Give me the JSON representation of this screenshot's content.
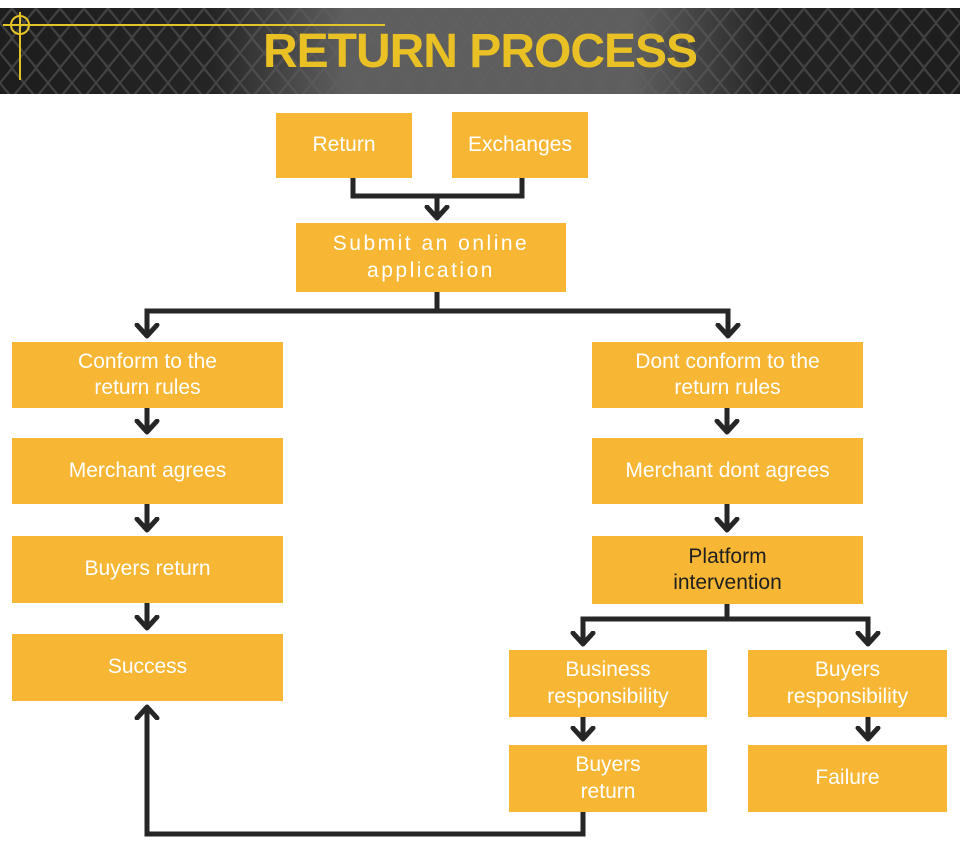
{
  "header": {
    "title": "RETURN PROCESS",
    "title_color": "#E9C125",
    "band_color": "#242424",
    "mesh_color": "#5d5d5d",
    "ornament_color": "#E5C427"
  },
  "flow": {
    "box_color": "#F7B633",
    "box_text_color": "#FFFFFF",
    "platform_text_color": "#1F1F1F",
    "connector_color": "#262626",
    "nodes": {
      "return": {
        "label": "Return"
      },
      "exchanges": {
        "label": "Exchanges"
      },
      "submit": {
        "label": "Submit an online\napplication"
      },
      "conform": {
        "label": "Conform to the\nreturn rules"
      },
      "merchant_agrees": {
        "label": "Merchant agrees"
      },
      "buyers_return_left": {
        "label": "Buyers return"
      },
      "success": {
        "label": "Success"
      },
      "dont_conform": {
        "label": "Dont conform to the\nreturn rules"
      },
      "merchant_dont": {
        "label": "Merchant dont agrees"
      },
      "platform": {
        "label": "Platform\nintervention"
      },
      "business_resp": {
        "label": "Business\nresponsibility"
      },
      "buyers_resp": {
        "label": "Buyers\nresponsibility"
      },
      "buyers_return_right": {
        "label": "Buyers\nreturn"
      },
      "failure": {
        "label": "Failure"
      }
    }
  }
}
